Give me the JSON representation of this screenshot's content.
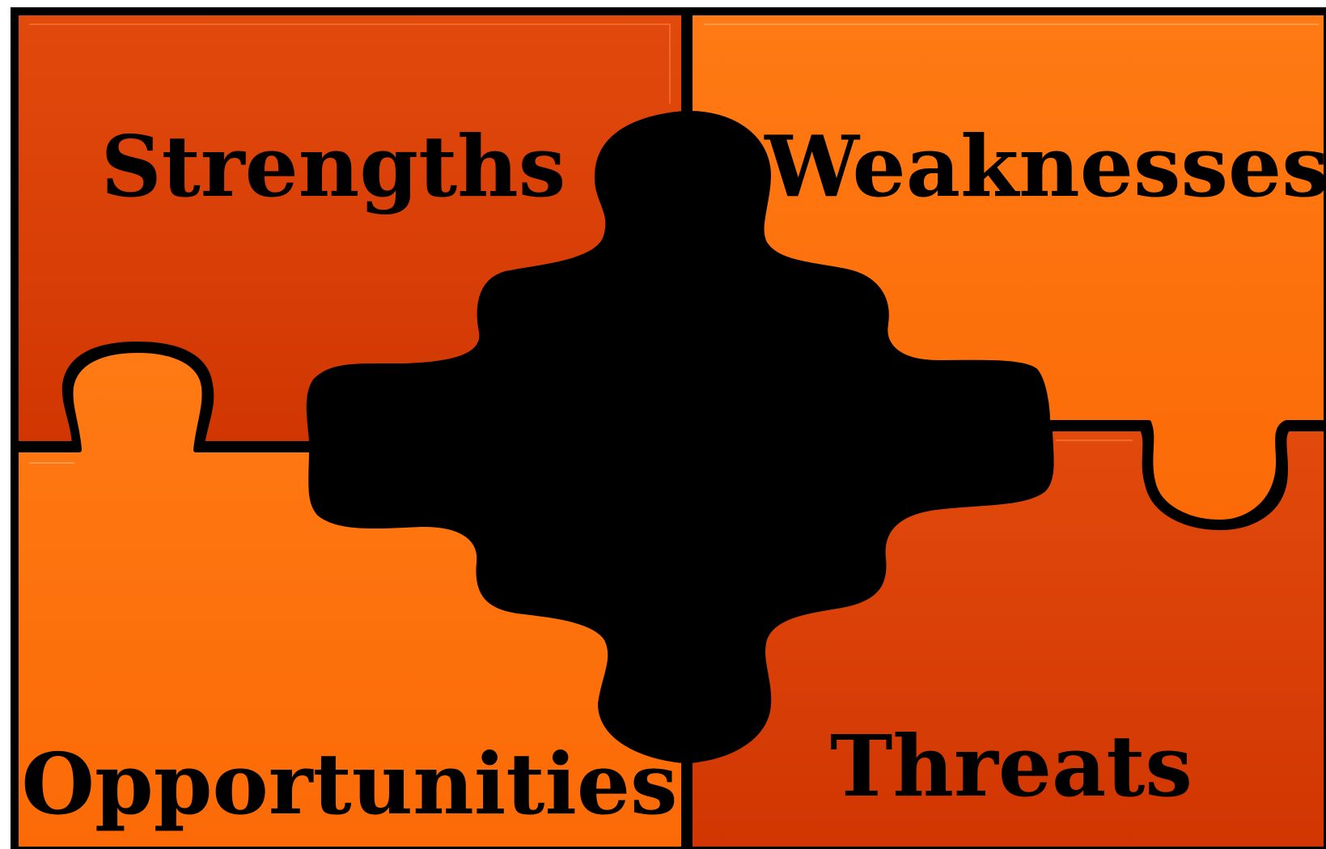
{
  "diagram": {
    "type": "swot-puzzle",
    "colors": {
      "dark_orange": "#d63a05",
      "bright_orange": "#ff6d0a",
      "outline": "#000000",
      "center": "#ffffff"
    },
    "pieces": [
      {
        "key": "strengths",
        "label": "Strengths",
        "color": "dark_orange"
      },
      {
        "key": "weaknesses",
        "label": "Weaknesses",
        "color": "bright_orange"
      },
      {
        "key": "opportunities",
        "label": "Opportunities",
        "color": "bright_orange"
      },
      {
        "key": "threats",
        "label": "Threats",
        "color": "dark_orange"
      }
    ]
  }
}
